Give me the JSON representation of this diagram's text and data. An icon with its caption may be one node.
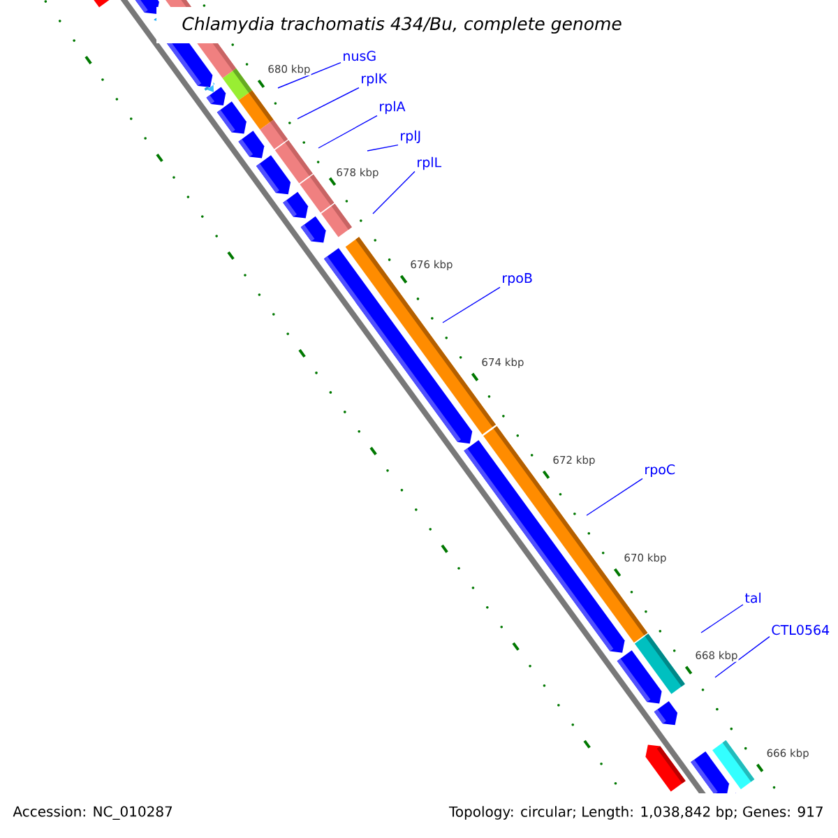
{
  "diagram": {
    "title": "Chlamydia trachomatis 434/Bu, complete genome",
    "nodes": [
      {
        "text": [
          "nusG"
        ]
      },
      {
        "text": [
          "rplK"
        ]
      },
      {
        "text": [
          "rplA"
        ]
      },
      {
        "text": [
          "rplJ"
        ]
      },
      {
        "text": [
          "rplL"
        ]
      },
      {
        "text": [
          "rpoB"
        ]
      },
      {
        "text": [
          "rpoC"
        ]
      },
      {
        "text": [
          "tal"
        ]
      },
      {
        "text": [
          "CTL0564"
        ]
      }
    ],
    "edges": [
      {
        "from": 0,
        "to": null,
        "arrow": "none"
      },
      {
        "from": 1,
        "to": null,
        "arrow": "none"
      },
      {
        "from": 2,
        "to": null,
        "arrow": "none"
      },
      {
        "from": 3,
        "to": null,
        "arrow": "none"
      },
      {
        "from": 4,
        "to": null,
        "arrow": "none"
      },
      {
        "from": 5,
        "to": null,
        "arrow": "none"
      },
      {
        "from": 6,
        "to": null,
        "arrow": "none"
      },
      {
        "from": 7,
        "to": null,
        "arrow": "none"
      },
      {
        "from": 8,
        "to": null,
        "arrow": "none"
      }
    ],
    "labels": [
      "680 kbp",
      "678 kbp",
      "676 kbp",
      "674 kbp",
      "672 kbp",
      "670 kbp",
      "668 kbp",
      "666 kbp",
      "Accession: NC_010287",
      "Topology: circular; Length: 1,038,842 bp; Genes: 917"
    ]
  }
}
